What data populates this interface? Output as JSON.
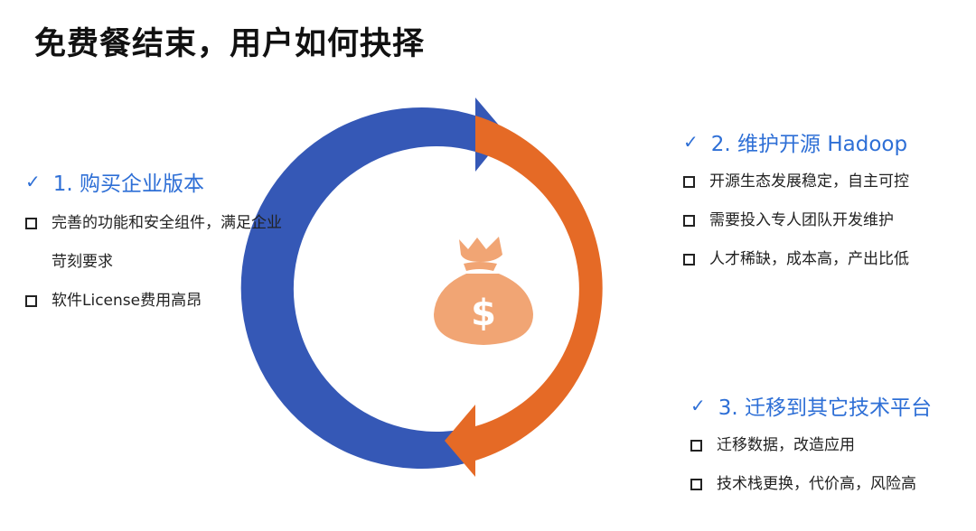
{
  "title": "免费餐结束，用户如何抉择",
  "colors": {
    "blue_arc": "#3558b6",
    "orange_arc": "#e56a26",
    "money_bag": "#f1a574",
    "heading": "#2e6fd6"
  },
  "center_icon": "money-bag-dollar-icon",
  "center_icon_symbol": "$",
  "options": [
    {
      "heading": "1. 购买企业版本",
      "check": "✓",
      "bullets": [
        "完善的功能和安全组件，满足企业苛刻要求",
        "软件License费用高昂"
      ]
    },
    {
      "heading": "2. 维护开源 Hadoop",
      "check": "✓",
      "bullets": [
        "开源生态发展稳定，自主可控",
        "需要投入专人团队开发维护",
        "人才稀缺，成本高，产出比低"
      ]
    },
    {
      "heading": "3. 迁移到其它技术平台",
      "check": "✓",
      "bullets": [
        "迁移数据，改造应用",
        "技术栈更换，代价高，风险高"
      ]
    }
  ]
}
